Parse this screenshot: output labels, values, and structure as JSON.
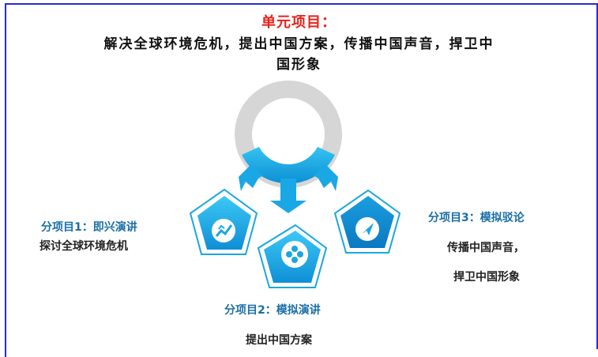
{
  "header": {
    "unit_label": "单元项目：",
    "title_line1": "解决全球环境危机，提出中国方案，传播中国声音，捍卫中",
    "title_line2": "国形象"
  },
  "subprojects": [
    {
      "title": "分项目1：即兴演讲",
      "desc_line1": "探讨全球环境危机",
      "icon": "trend-chart-icon"
    },
    {
      "title": "分项目2：模拟演讲",
      "desc_line1": "提出中国方案",
      "icon": "film-reel-icon"
    },
    {
      "title": "分项目3：模拟驳论",
      "desc_line1": "传播中国声音，",
      "desc_line2": "捍卫中国形象",
      "icon": "paper-plane-icon"
    }
  ],
  "colors": {
    "accent_red": "#e8231b",
    "pentagon_blue": "#1aa7e0",
    "ring_blue": "#19a8e6",
    "ring_gray": "#d6d6d6",
    "frame_blue": "#2a2ad6"
  }
}
